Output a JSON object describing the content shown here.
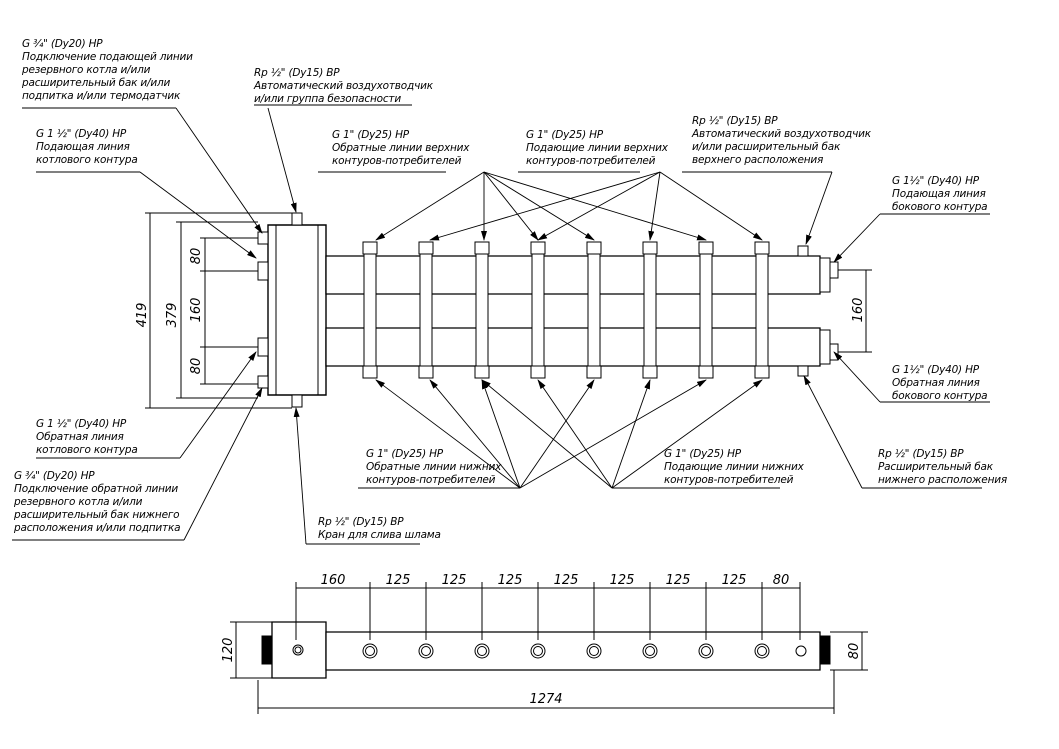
{
  "callouts": {
    "supply_reserve": [
      "G ¾\" (Dy20) НР",
      "Подключение подающей линии",
      "резервного котла и/или",
      "расширительный бак и/или",
      "подпитка и/или термодатчик"
    ],
    "air_vent_top": [
      "Rp ½\" (Dy15) ВР",
      "Автоматический воздухотводчик",
      "и/или группа безопасности"
    ],
    "supply_boiler": [
      "G 1 ½\" (Dy40) НР",
      "Подающая линия",
      "котлового контура"
    ],
    "return_upper_a": [
      "G 1\" (Dy25) НР",
      "Обратные линии верхних",
      "контуров-потребителей"
    ],
    "return_upper_b": [
      "G 1\" (Dy25) НР",
      "Подающие линии верхних",
      "контуров-потребителей"
    ],
    "air_vent_right": [
      "Rp ½\" (Dy15) ВР",
      "Автоматический воздухотводчик",
      "и/или расширительный бак",
      "верхнего расположения"
    ],
    "supply_side": [
      "G 1½\" (Dy40) НР",
      "Подающая линия",
      "бокового контура"
    ],
    "return_side": [
      "G 1½\" (Dy40) НР",
      "Обратная линия",
      "бокового контура"
    ],
    "return_boiler": [
      "G 1 ½\" (Dy40) НР",
      "Обратная линия",
      "котлового контура"
    ],
    "return_reserve": [
      "G ¾\" (Dy20) НР",
      "Подключение обратной линии",
      "резервного котла и/или",
      "расширительный бак нижнего",
      "расположения и/или подпитка"
    ],
    "drain": [
      "Rp ½\" (Dy15) ВР",
      "Кран для слива шлама"
    ],
    "return_lower": [
      "G 1\" (Dy25) НР",
      "Обратные линии нижних",
      "контуров-потребителей"
    ],
    "supply_lower": [
      "G 1\" (Dy25) НР",
      "Подающие линии нижних",
      "контуров-потребителей"
    ],
    "exp_tank_low": [
      "Rp ½\" (Dy15) ВР",
      "Расширительный бак",
      "нижнего расположения"
    ]
  },
  "dims": {
    "overall_h": "419",
    "inner_h": "379",
    "top_80": "80",
    "mid_160": "160",
    "bot_80": "80",
    "right_160": "160",
    "plan_pitches": [
      "160",
      "125",
      "125",
      "125",
      "125",
      "125",
      "125",
      "125",
      "80"
    ],
    "plan_h": "120",
    "plan_w": "80",
    "plan_len": "1274"
  },
  "colors": {
    "ink": "#000000",
    "paper": "#ffffff"
  }
}
